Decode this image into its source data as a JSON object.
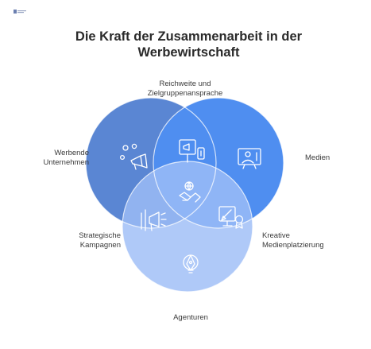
{
  "title": "Die Kraft der Zusammenarbeit in der Werbewirtschaft",
  "labels": {
    "top": "Reichweite und Zielgruppenansprache",
    "left": "Werbende Unternehmen",
    "right": "Medien",
    "lower_left": "Strategische Kampagnen",
    "lower_right": "Kreative Medienplatzierung",
    "bottom": "Agenturen"
  },
  "sets": [
    {
      "name": "Werbende Unternehmen",
      "color": "#5a86d3",
      "icon": "megaphone-people-icon"
    },
    {
      "name": "Medien",
      "color": "#4f8ef0",
      "icon": "tv-presenter-icon"
    },
    {
      "name": "Agenturen",
      "color": "#9dbdf7",
      "icon": "pen-nib-icon"
    }
  ],
  "intersections": [
    {
      "sets": [
        "Werbende Unternehmen",
        "Medien"
      ],
      "icon": "billboard-icon"
    },
    {
      "sets": [
        "Werbende Unternehmen",
        "Agenturen"
      ],
      "icon": "marketing-megaphone-icon"
    },
    {
      "sets": [
        "Medien",
        "Agenturen"
      ],
      "icon": "certified-design-icon"
    },
    {
      "sets": [
        "Werbende Unternehmen",
        "Medien",
        "Agenturen"
      ],
      "icon": "handshake-icon"
    }
  ]
}
